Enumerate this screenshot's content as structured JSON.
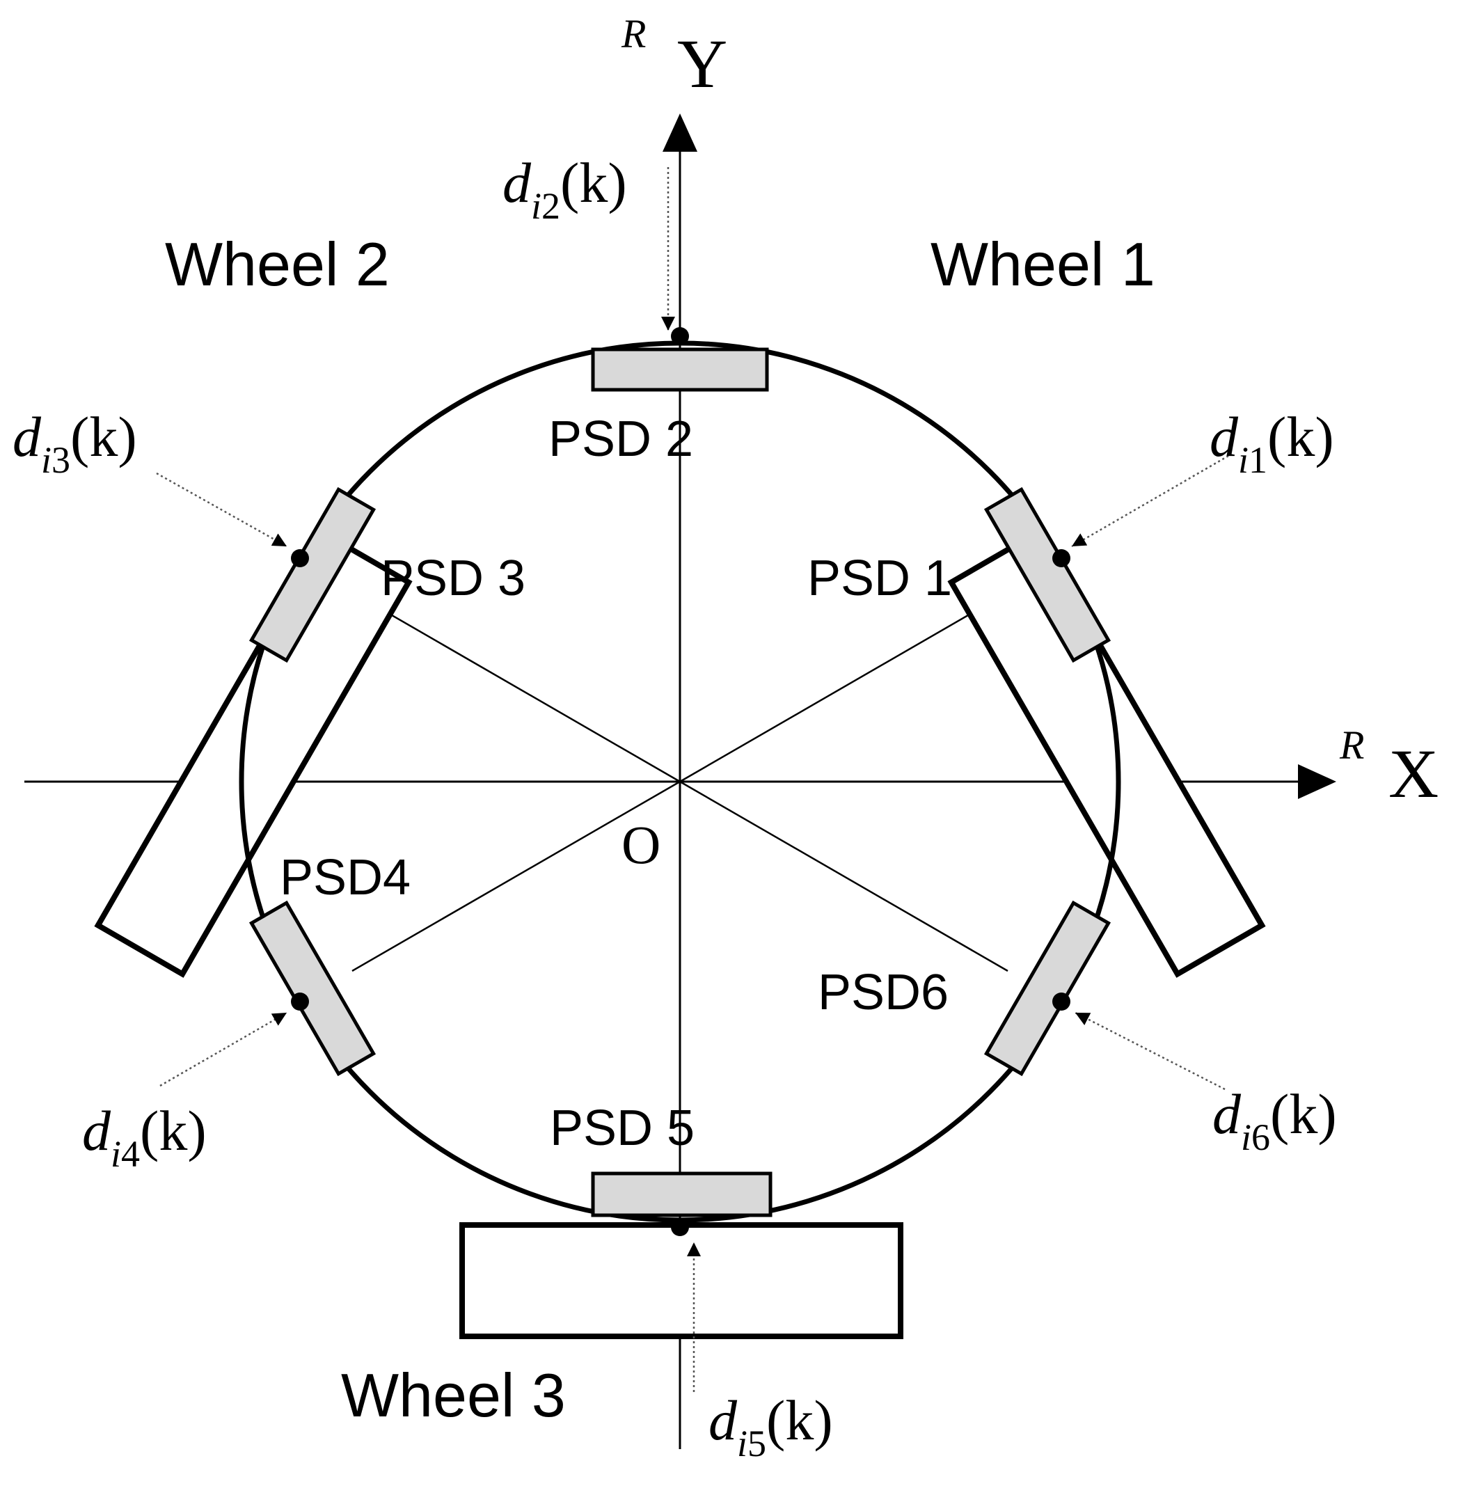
{
  "axes": {
    "x_superscript": "R",
    "x_label": "X",
    "y_superscript": "R",
    "y_label": "Y",
    "origin_label": "O"
  },
  "wheels": {
    "wheel1": "Wheel 1",
    "wheel2": "Wheel 2",
    "wheel3": "Wheel 3"
  },
  "sensors": {
    "psd1": "PSD 1",
    "psd2": "PSD 2",
    "psd3": "PSD 3",
    "psd4": "PSD4",
    "psd5": "PSD 5",
    "psd6": "PSD6"
  },
  "distances": {
    "d": "d",
    "i": "i",
    "k": "(k)",
    "indices": [
      "1",
      "2",
      "3",
      "4",
      "5",
      "6"
    ]
  },
  "colors": {
    "sensor_fill": "#d9d9d9",
    "stroke": "#000000",
    "background": "#ffffff"
  }
}
